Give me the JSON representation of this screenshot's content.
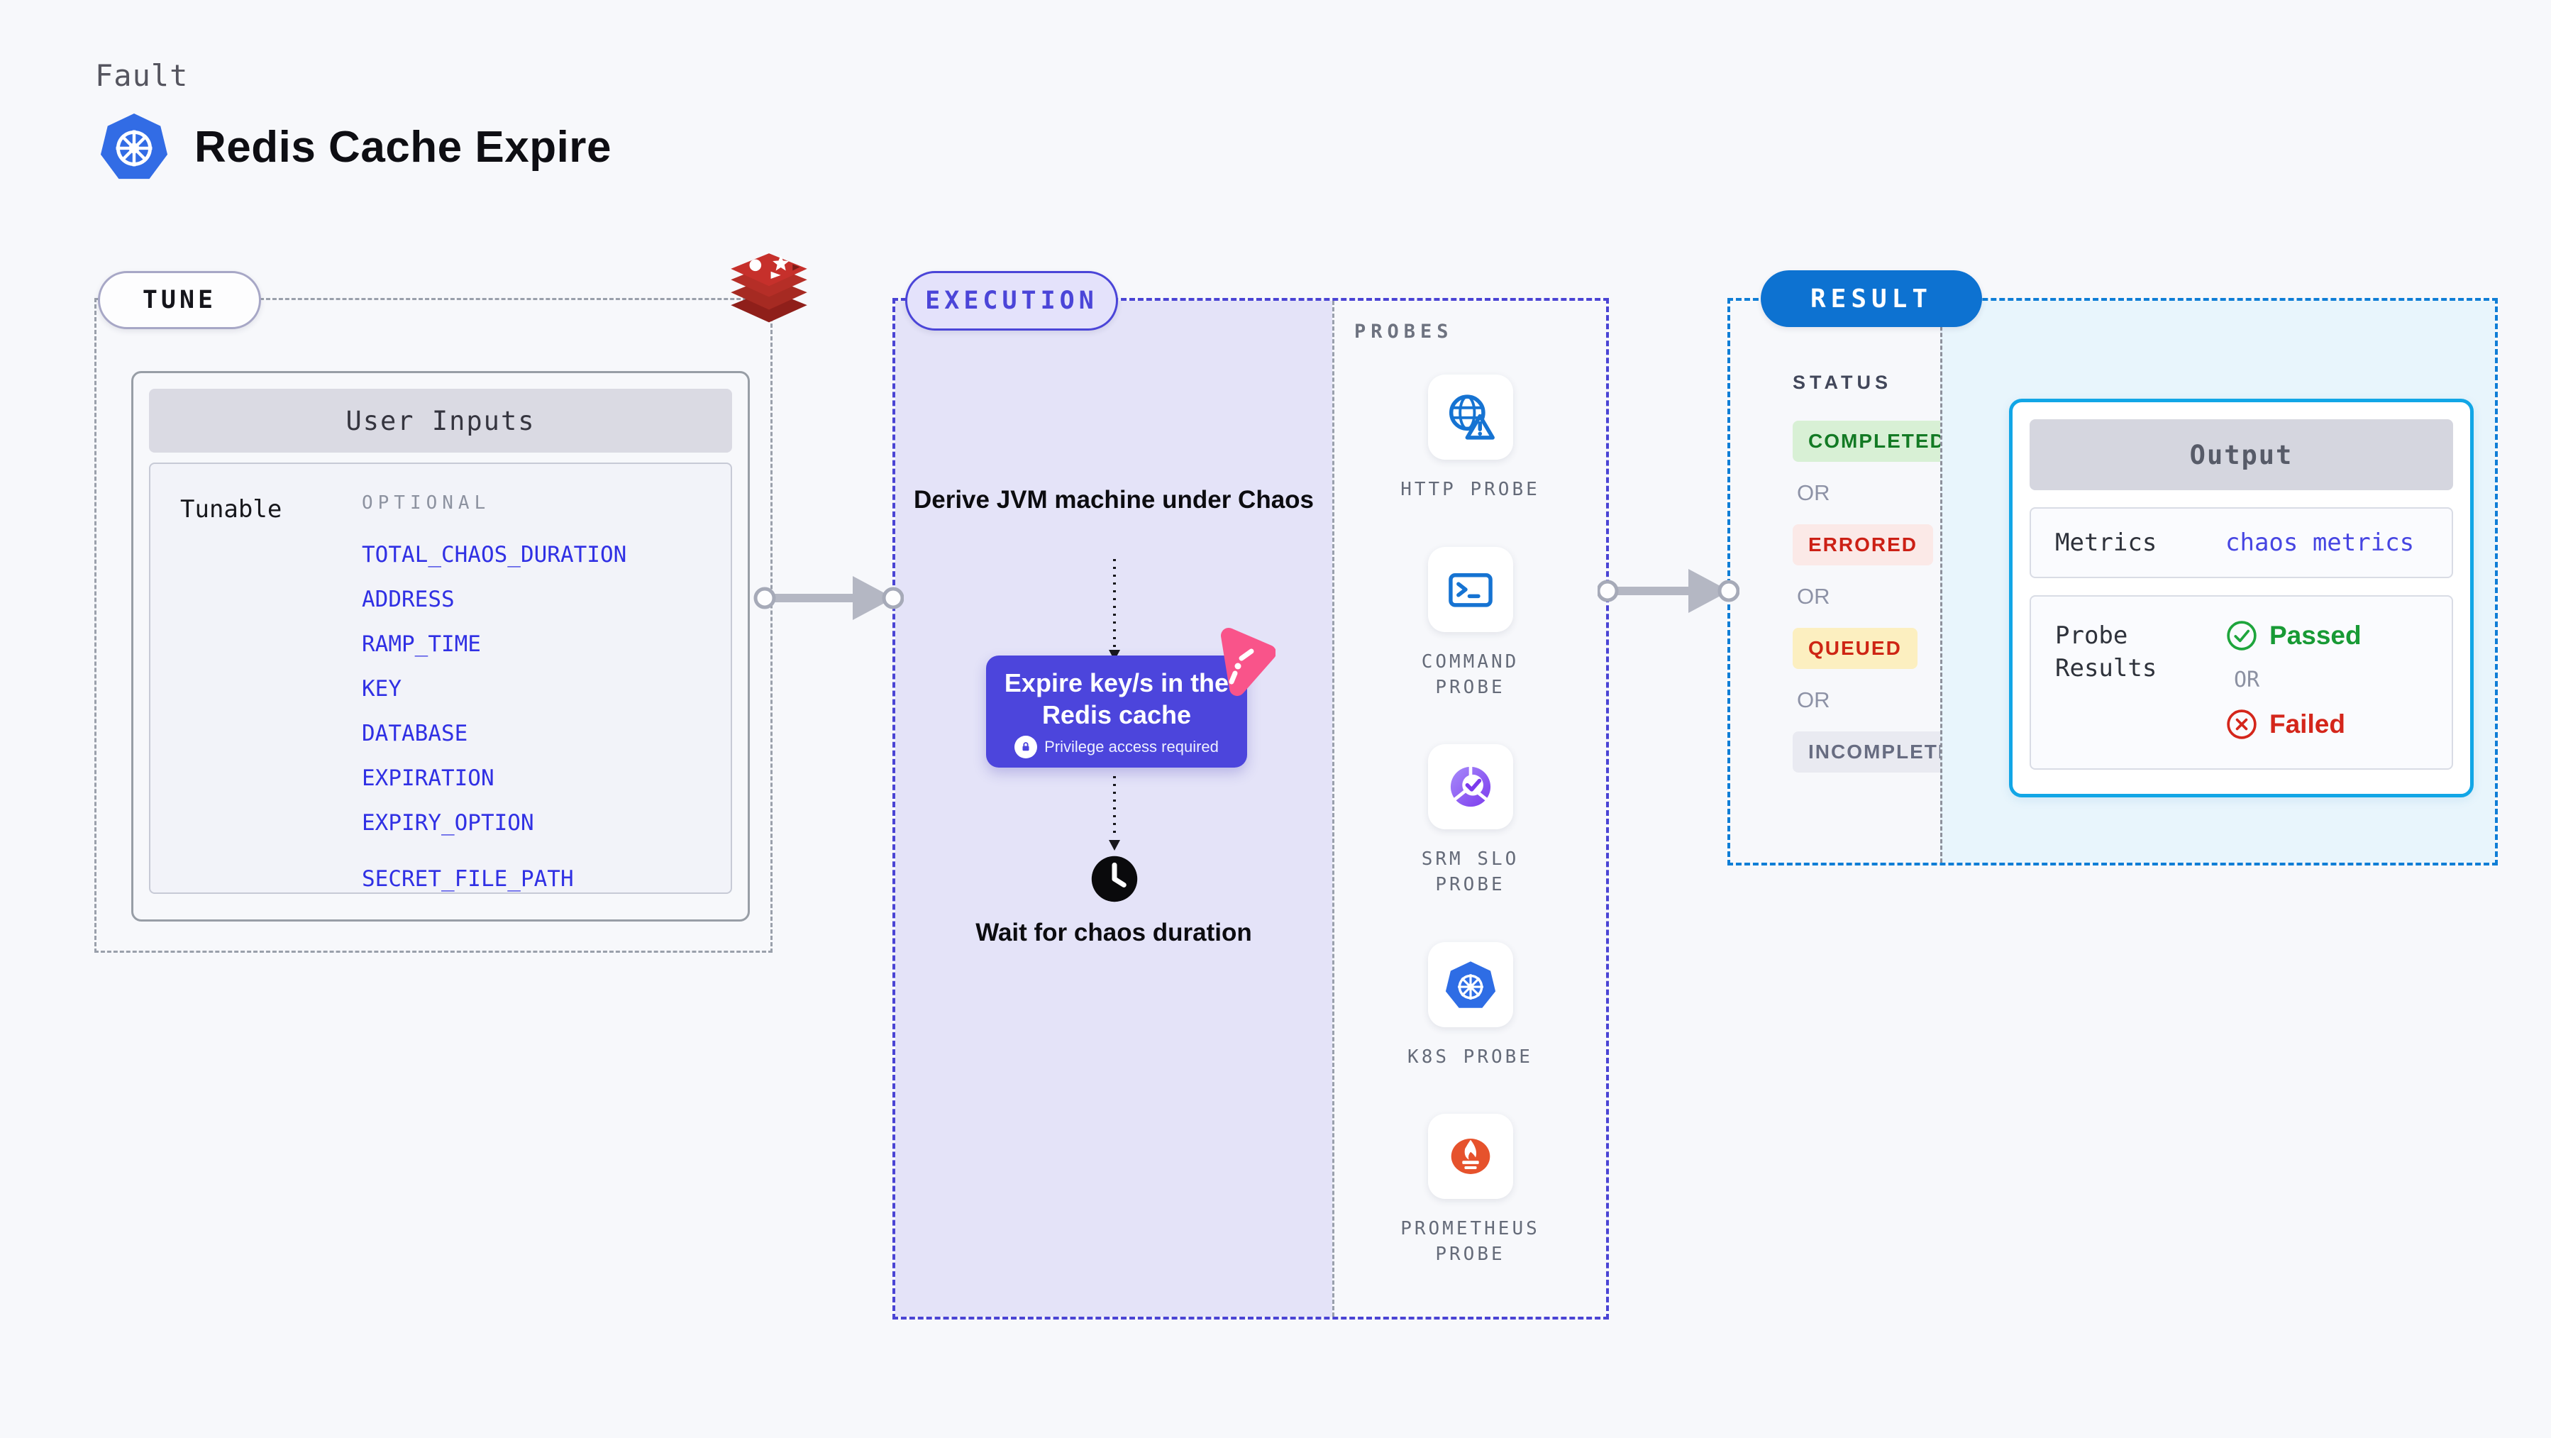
{
  "header": {
    "category": "Fault",
    "title": "Redis Cache Expire"
  },
  "tune": {
    "label": "TUNE",
    "panel_title": "User Inputs",
    "row_label": "Tunable",
    "group_label": "OPTIONAL",
    "inputs": [
      "TOTAL_CHAOS_DURATION",
      "ADDRESS",
      "RAMP_TIME",
      "KEY",
      "DATABASE",
      "EXPIRATION",
      "EXPIRY_OPTION"
    ],
    "secret_input": "SECRET_FILE_PATH"
  },
  "execution": {
    "label": "EXECUTION",
    "step_derive": "Derive JVM machine under Chaos",
    "step_action": "Expire key/s in the Redis cache",
    "action_note": "Privilege access required",
    "step_wait": "Wait for chaos duration"
  },
  "probes": {
    "label": "PROBES",
    "items": [
      {
        "name": "HTTP PROBE",
        "icon": "globe-alert-icon"
      },
      {
        "name": "COMMAND PROBE",
        "icon": "terminal-icon"
      },
      {
        "name": "SRM SLO PROBE",
        "icon": "slo-check-icon"
      },
      {
        "name": "K8S PROBE",
        "icon": "kubernetes-icon"
      },
      {
        "name": "PROMETHEUS PROBE",
        "icon": "prometheus-flame-icon"
      }
    ]
  },
  "result": {
    "label": "RESULT",
    "status_label": "STATUS",
    "or_label": "OR",
    "statuses": [
      {
        "text": "COMPLETED",
        "color": "#137a24",
        "bg": "#d8f0d5"
      },
      {
        "text": "ERRORED",
        "color": "#cc2015",
        "bg": "#fbe9e7"
      },
      {
        "text": "QUEUED",
        "color": "#ce2514",
        "bg": "#fcefc0"
      },
      {
        "text": "INCOMPLETED",
        "color": "#676c81",
        "bg": "#e9eaf1"
      }
    ],
    "output": {
      "title": "Output",
      "metrics_label": "Metrics",
      "metrics_value": "chaos metrics",
      "probe_results_label": "Probe Results",
      "passed": "Passed",
      "or": "OR",
      "failed": "Failed"
    }
  },
  "colors": {
    "page_bg": "#f7f8fb",
    "execution_fill": "#e4e3f8",
    "execution_border": "#4a44d4",
    "action_box": "#4c45dc",
    "result_border": "#0f7ed6",
    "result_fill": "#e8f5fc",
    "output_border": "#12a6e6",
    "result_pill": "#0d72d1",
    "input_link": "#3030e4",
    "probe_icon_blue": "#1673d2",
    "srm_purple": "#7c3aed",
    "prometheus_orange": "#e6522c",
    "redis_red": "#b52e27",
    "kubernetes_blue": "#326ce5",
    "chaos_pink": "#f9548a",
    "passed_green": "#189a35",
    "failed_red": "#d4261b"
  }
}
